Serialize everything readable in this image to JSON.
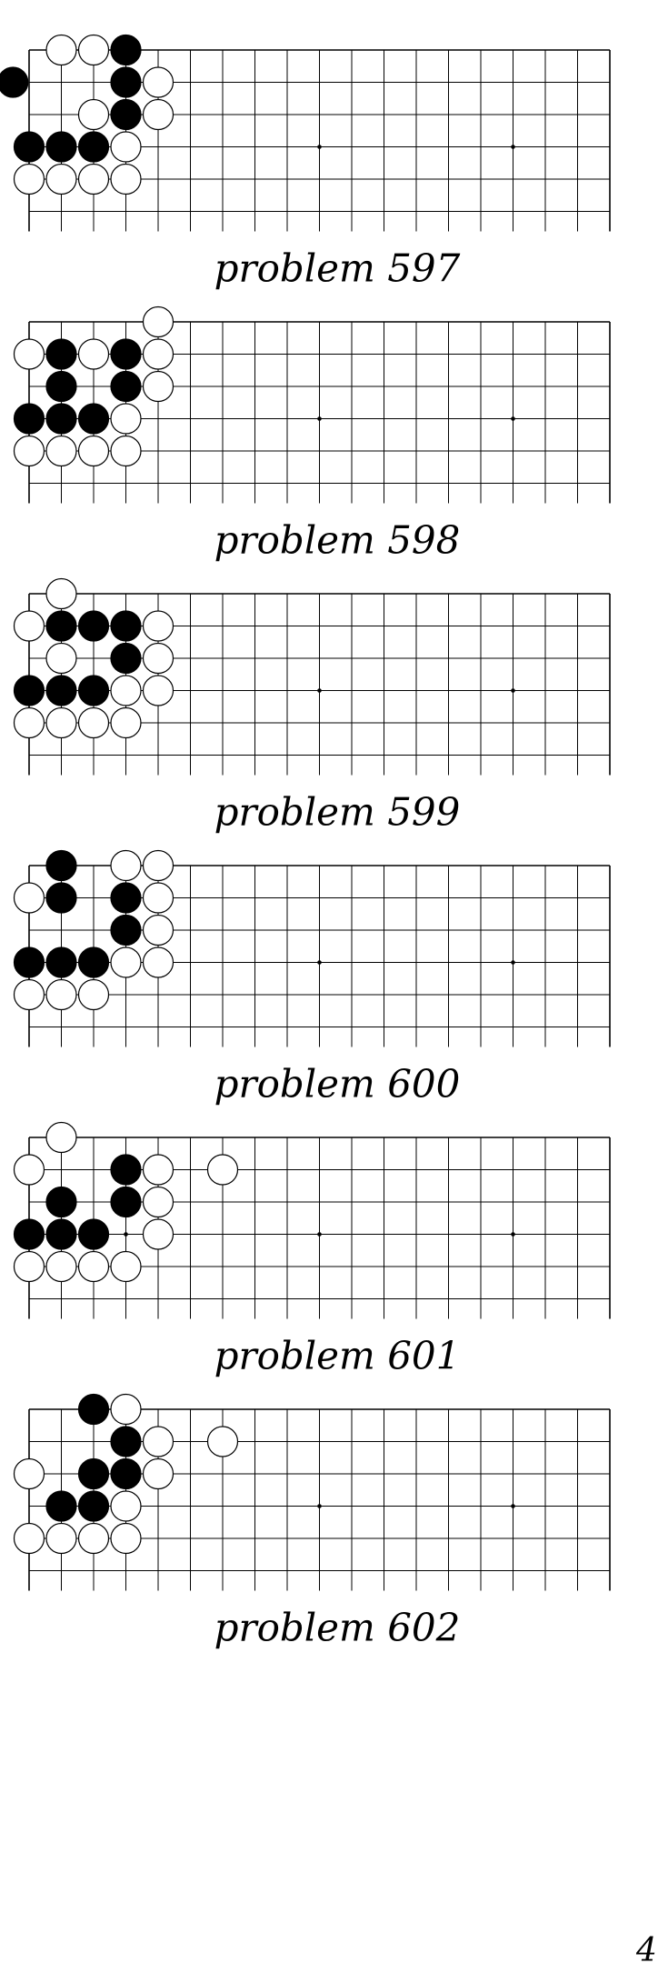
{
  "board": {
    "visible_columns": 19,
    "visible_rows": 6,
    "hoshi": [
      [
        9,
        3
      ],
      [
        15,
        3
      ]
    ],
    "colors": {
      "black": "#000000",
      "white": "#ffffff",
      "line": "#000000"
    }
  },
  "problems": [
    {
      "label": "problem 597",
      "stones": [
        {
          "c": 1,
          "r": 0,
          "color": "white"
        },
        {
          "c": 2,
          "r": 0,
          "color": "white"
        },
        {
          "c": 3,
          "r": 0,
          "color": "black"
        },
        {
          "c": -0.5,
          "r": 1,
          "color": "black"
        },
        {
          "c": 3,
          "r": 1,
          "color": "black"
        },
        {
          "c": 4,
          "r": 1,
          "color": "white"
        },
        {
          "c": 2,
          "r": 2,
          "color": "white"
        },
        {
          "c": 3,
          "r": 2,
          "color": "black"
        },
        {
          "c": 4,
          "r": 2,
          "color": "white"
        },
        {
          "c": 0,
          "r": 3,
          "color": "black"
        },
        {
          "c": 1,
          "r": 3,
          "color": "black"
        },
        {
          "c": 2,
          "r": 3,
          "color": "black"
        },
        {
          "c": 3,
          "r": 3,
          "color": "white"
        },
        {
          "c": 0,
          "r": 4,
          "color": "white"
        },
        {
          "c": 1,
          "r": 4,
          "color": "white"
        },
        {
          "c": 2,
          "r": 4,
          "color": "white"
        },
        {
          "c": 3,
          "r": 4,
          "color": "white"
        }
      ]
    },
    {
      "label": "problem 598",
      "stones": [
        {
          "c": 4,
          "r": 0,
          "color": "white"
        },
        {
          "c": 0,
          "r": 1,
          "color": "white"
        },
        {
          "c": 1,
          "r": 1,
          "color": "black"
        },
        {
          "c": 2,
          "r": 1,
          "color": "white"
        },
        {
          "c": 3,
          "r": 1,
          "color": "black"
        },
        {
          "c": 4,
          "r": 1,
          "color": "white"
        },
        {
          "c": 1,
          "r": 2,
          "color": "black"
        },
        {
          "c": 3,
          "r": 2,
          "color": "black"
        },
        {
          "c": 4,
          "r": 2,
          "color": "white"
        },
        {
          "c": 0,
          "r": 3,
          "color": "black"
        },
        {
          "c": 1,
          "r": 3,
          "color": "black"
        },
        {
          "c": 2,
          "r": 3,
          "color": "black"
        },
        {
          "c": 3,
          "r": 3,
          "color": "white"
        },
        {
          "c": 0,
          "r": 4,
          "color": "white"
        },
        {
          "c": 1,
          "r": 4,
          "color": "white"
        },
        {
          "c": 2,
          "r": 4,
          "color": "white"
        },
        {
          "c": 3,
          "r": 4,
          "color": "white"
        }
      ]
    },
    {
      "label": "problem 599",
      "stones": [
        {
          "c": 1,
          "r": 0,
          "color": "white"
        },
        {
          "c": 0,
          "r": 1,
          "color": "white"
        },
        {
          "c": 1,
          "r": 1,
          "color": "black"
        },
        {
          "c": 2,
          "r": 1,
          "color": "black"
        },
        {
          "c": 3,
          "r": 1,
          "color": "black"
        },
        {
          "c": 4,
          "r": 1,
          "color": "white"
        },
        {
          "c": 1,
          "r": 2,
          "color": "white"
        },
        {
          "c": 3,
          "r": 2,
          "color": "black"
        },
        {
          "c": 4,
          "r": 2,
          "color": "white"
        },
        {
          "c": 0,
          "r": 3,
          "color": "black"
        },
        {
          "c": 1,
          "r": 3,
          "color": "black"
        },
        {
          "c": 2,
          "r": 3,
          "color": "black"
        },
        {
          "c": 3,
          "r": 3,
          "color": "white"
        },
        {
          "c": 4,
          "r": 3,
          "color": "white"
        },
        {
          "c": 0,
          "r": 4,
          "color": "white"
        },
        {
          "c": 1,
          "r": 4,
          "color": "white"
        },
        {
          "c": 2,
          "r": 4,
          "color": "white"
        },
        {
          "c": 3,
          "r": 4,
          "color": "white"
        }
      ]
    },
    {
      "label": "problem 600",
      "stones": [
        {
          "c": 1,
          "r": 0,
          "color": "black"
        },
        {
          "c": 3,
          "r": 0,
          "color": "white"
        },
        {
          "c": 4,
          "r": 0,
          "color": "white"
        },
        {
          "c": 0,
          "r": 1,
          "color": "white"
        },
        {
          "c": 1,
          "r": 1,
          "color": "black"
        },
        {
          "c": 3,
          "r": 1,
          "color": "black"
        },
        {
          "c": 4,
          "r": 1,
          "color": "white"
        },
        {
          "c": 3,
          "r": 2,
          "color": "black"
        },
        {
          "c": 4,
          "r": 2,
          "color": "white"
        },
        {
          "c": 0,
          "r": 3,
          "color": "black"
        },
        {
          "c": 1,
          "r": 3,
          "color": "black"
        },
        {
          "c": 2,
          "r": 3,
          "color": "black"
        },
        {
          "c": 3,
          "r": 3,
          "color": "white"
        },
        {
          "c": 4,
          "r": 3,
          "color": "white"
        },
        {
          "c": 0,
          "r": 4,
          "color": "white"
        },
        {
          "c": 1,
          "r": 4,
          "color": "white"
        },
        {
          "c": 2,
          "r": 4,
          "color": "white"
        }
      ]
    },
    {
      "label": "problem 601",
      "stones": [
        {
          "c": 1,
          "r": 0,
          "color": "white"
        },
        {
          "c": 0,
          "r": 1,
          "color": "white"
        },
        {
          "c": 3,
          "r": 1,
          "color": "black"
        },
        {
          "c": 4,
          "r": 1,
          "color": "white"
        },
        {
          "c": 6,
          "r": 1,
          "color": "white"
        },
        {
          "c": 1,
          "r": 2,
          "color": "black"
        },
        {
          "c": 3,
          "r": 2,
          "color": "black"
        },
        {
          "c": 4,
          "r": 2,
          "color": "white"
        },
        {
          "c": 0,
          "r": 3,
          "color": "black"
        },
        {
          "c": 1,
          "r": 3,
          "color": "black"
        },
        {
          "c": 2,
          "r": 3,
          "color": "black"
        },
        {
          "c": 4,
          "r": 3,
          "color": "white"
        },
        {
          "c": 0,
          "r": 4,
          "color": "white"
        },
        {
          "c": 1,
          "r": 4,
          "color": "white"
        },
        {
          "c": 2,
          "r": 4,
          "color": "white"
        },
        {
          "c": 3,
          "r": 4,
          "color": "white"
        }
      ],
      "marks": [
        {
          "c": 3,
          "r": 3
        }
      ]
    },
    {
      "label": "problem 602",
      "stones": [
        {
          "c": 2,
          "r": 0,
          "color": "black"
        },
        {
          "c": 3,
          "r": 0,
          "color": "white"
        },
        {
          "c": 3,
          "r": 1,
          "color": "black"
        },
        {
          "c": 4,
          "r": 1,
          "color": "white"
        },
        {
          "c": 6,
          "r": 1,
          "color": "white"
        },
        {
          "c": 0,
          "r": 2,
          "color": "white"
        },
        {
          "c": 2,
          "r": 2,
          "color": "black"
        },
        {
          "c": 3,
          "r": 2,
          "color": "black"
        },
        {
          "c": 4,
          "r": 2,
          "color": "white"
        },
        {
          "c": 1,
          "r": 3,
          "color": "black"
        },
        {
          "c": 2,
          "r": 3,
          "color": "black"
        },
        {
          "c": 3,
          "r": 3,
          "color": "white"
        },
        {
          "c": 0,
          "r": 4,
          "color": "white"
        },
        {
          "c": 1,
          "r": 4,
          "color": "white"
        },
        {
          "c": 2,
          "r": 4,
          "color": "white"
        },
        {
          "c": 3,
          "r": 4,
          "color": "white"
        }
      ]
    }
  ],
  "page_number": "4"
}
